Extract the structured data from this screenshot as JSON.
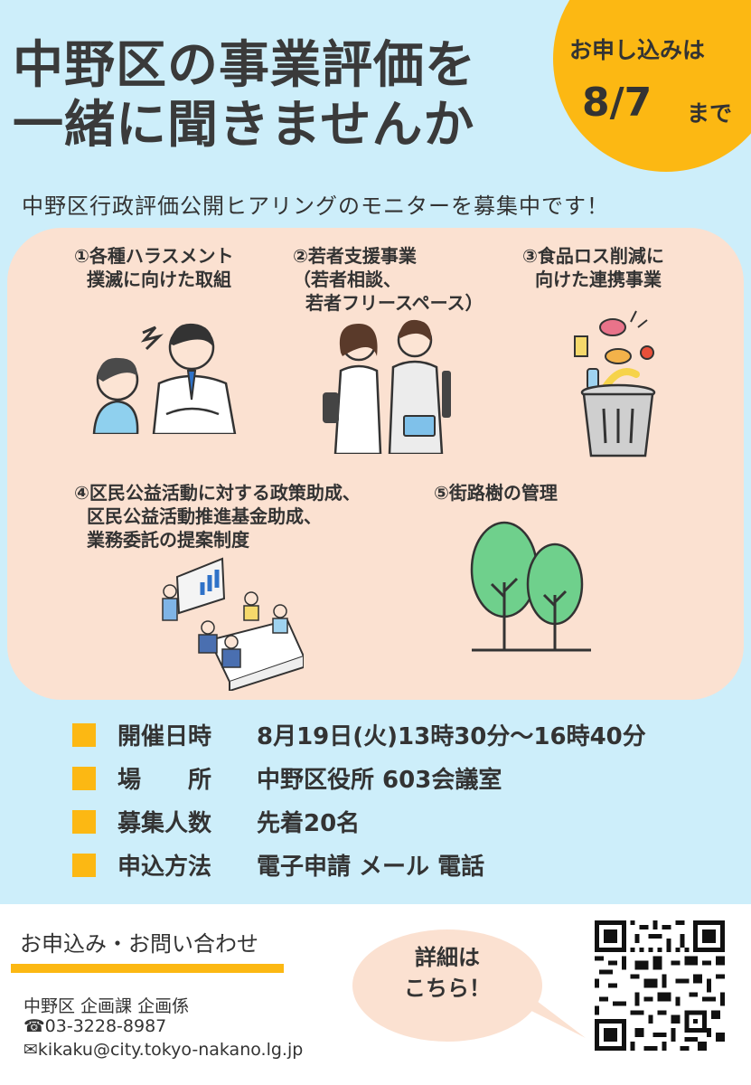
{
  "title": {
    "line1": "中野区の事業評価を",
    "line2": "一緒に聞きませんか"
  },
  "deadline": {
    "lead": "お申し込みは",
    "date": "8/7",
    "tail": "まで"
  },
  "subtitle": "中野区行政評価公開ヒアリングのモニターを募集中です！",
  "projects": [
    {
      "lines": [
        "①各種ハラスメント",
        "撲滅に向けた取組"
      ]
    },
    {
      "lines": [
        "②若者支援事業",
        "（若者相談、",
        "若者フリースペース）"
      ]
    },
    {
      "lines": [
        "③食品ロス削減に",
        "向けた連携事業"
      ]
    },
    {
      "lines": [
        "④区民公益活動に対する政策助成、",
        "区民公益活動推進基金助成、",
        "業務委託の提案制度"
      ]
    },
    {
      "lines": [
        "⑤街路樹の管理"
      ]
    }
  ],
  "info": [
    {
      "label": "開催日時",
      "value": "8月19日(火)13時30分～16時40分"
    },
    {
      "label": "場　　所",
      "value": "中野区役所  603会議室"
    },
    {
      "label": "募集人数",
      "value": "先着20名"
    },
    {
      "label": "申込方法",
      "value": "電子申請  メール  電話"
    }
  ],
  "contact": {
    "title": "お申込み・お問い合わせ",
    "dept": "中野区  企画課  企画係",
    "phone": "☎03-3228-8987",
    "email": "✉kikaku@city.tokyo-nakano.lg.jp"
  },
  "bubble": {
    "line1": "詳細は",
    "line2": "こちら！"
  },
  "colors": {
    "background": "#cdeefa",
    "panel": "#fbe1d1",
    "accent": "#fcb813",
    "tree": "#6fd08c"
  }
}
